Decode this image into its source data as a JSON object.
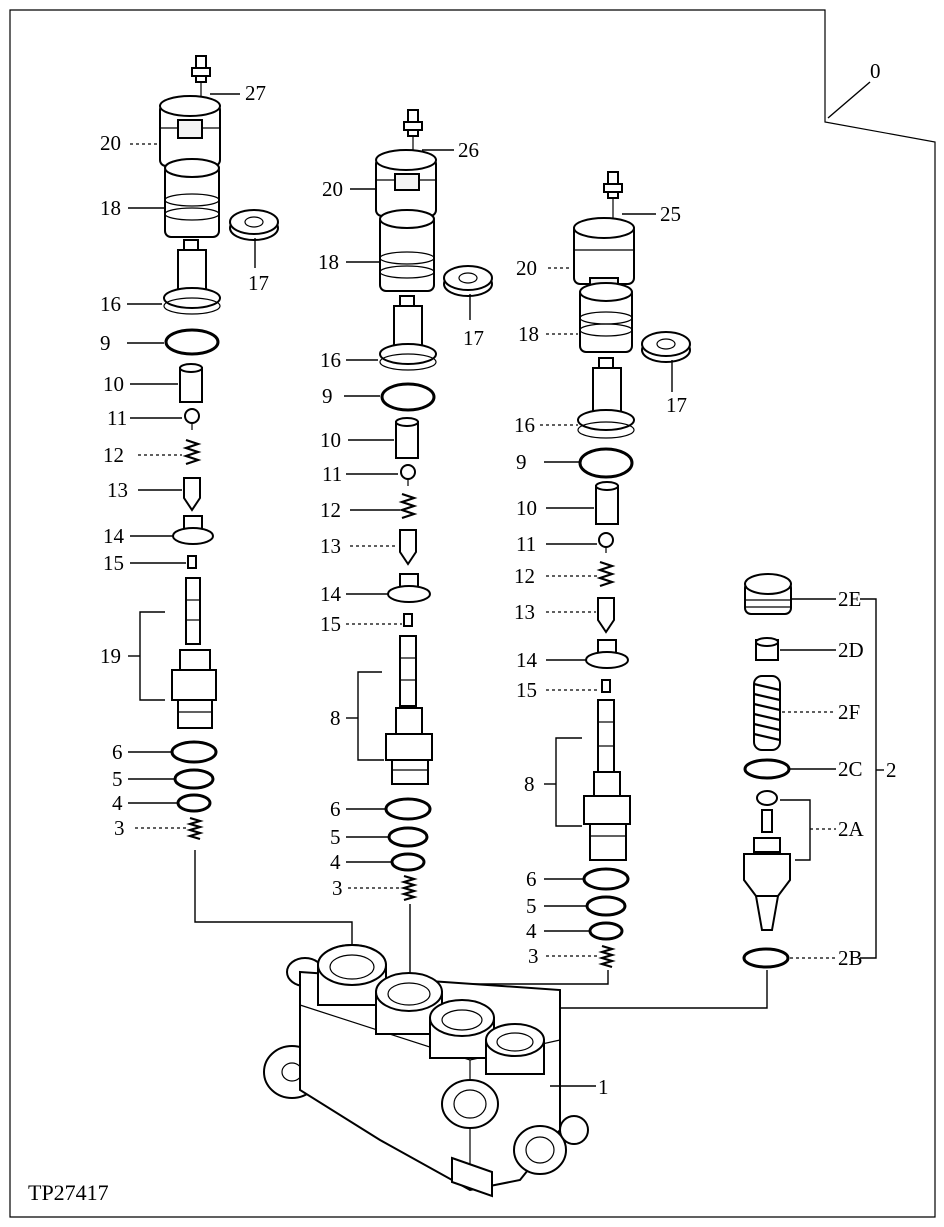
{
  "figure_id": "TP27417",
  "assembly_label": "0",
  "sub_assembly_label": "2",
  "callouts": {
    "0": "0",
    "1": "1",
    "2": "2",
    "2A": "2A",
    "2B": "2B",
    "2C": "2C",
    "2D": "2D",
    "2E": "2E",
    "2F": "2F",
    "3": "3",
    "4": "4",
    "5": "5",
    "6": "6",
    "8": "8",
    "9": "9",
    "10": "10",
    "11": "11",
    "12": "12",
    "13": "13",
    "14": "14",
    "15": "15",
    "16": "16",
    "17": "17",
    "18": "18",
    "19": "19",
    "20": "20",
    "25": "25",
    "26": "26",
    "27": "27"
  }
}
